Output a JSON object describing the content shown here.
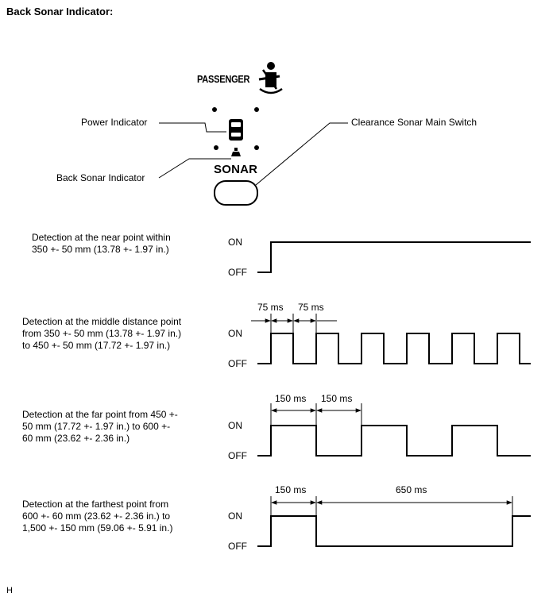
{
  "title": "Back Sonar Indicator:",
  "panel": {
    "passenger_text": "PASSENGER",
    "sonar_text": "SONAR",
    "icons": [
      "seatbelt-icon",
      "power-indicator-icon",
      "back-sonar-cone-icon"
    ]
  },
  "callouts": {
    "power_indicator": "Power Indicator",
    "back_sonar_indicator": "Back Sonar Indicator",
    "main_switch": "Clearance Sonar Main Switch"
  },
  "signal_labels": {
    "on": "ON",
    "off": "OFF"
  },
  "waveforms": [
    {
      "description": "Detection at the near point within\n350 +- 50 mm (13.78 +- 1.97 in.)",
      "pattern": "continuous-on",
      "measurements": []
    },
    {
      "description": "Detection at the middle distance point\nfrom 350 +- 50 mm (13.78 +- 1.97 in.)\nto 450 +- 50 mm (17.72 +- 1.97 in.)",
      "pattern": "pulse",
      "on_ms": 75,
      "off_ms": 75,
      "measurements": [
        "75 ms",
        "75 ms"
      ]
    },
    {
      "description": "Detection at the far point from 450 +-\n50 mm (17.72 +- 1.97 in.) to 600 +-\n60 mm (23.62 +- 2.36 in.)",
      "pattern": "pulse",
      "on_ms": 150,
      "off_ms": 150,
      "measurements": [
        "150 ms",
        "150 ms"
      ]
    },
    {
      "description": "Detection at the farthest point from\n600 +- 60 mm (23.62 +- 2.36 in.) to\n1,500 +- 150 mm (59.06 +- 5.91 in.)",
      "pattern": "pulse",
      "on_ms": 150,
      "off_ms": 650,
      "measurements": [
        "150 ms",
        "650 ms"
      ]
    }
  ],
  "footer": "H"
}
